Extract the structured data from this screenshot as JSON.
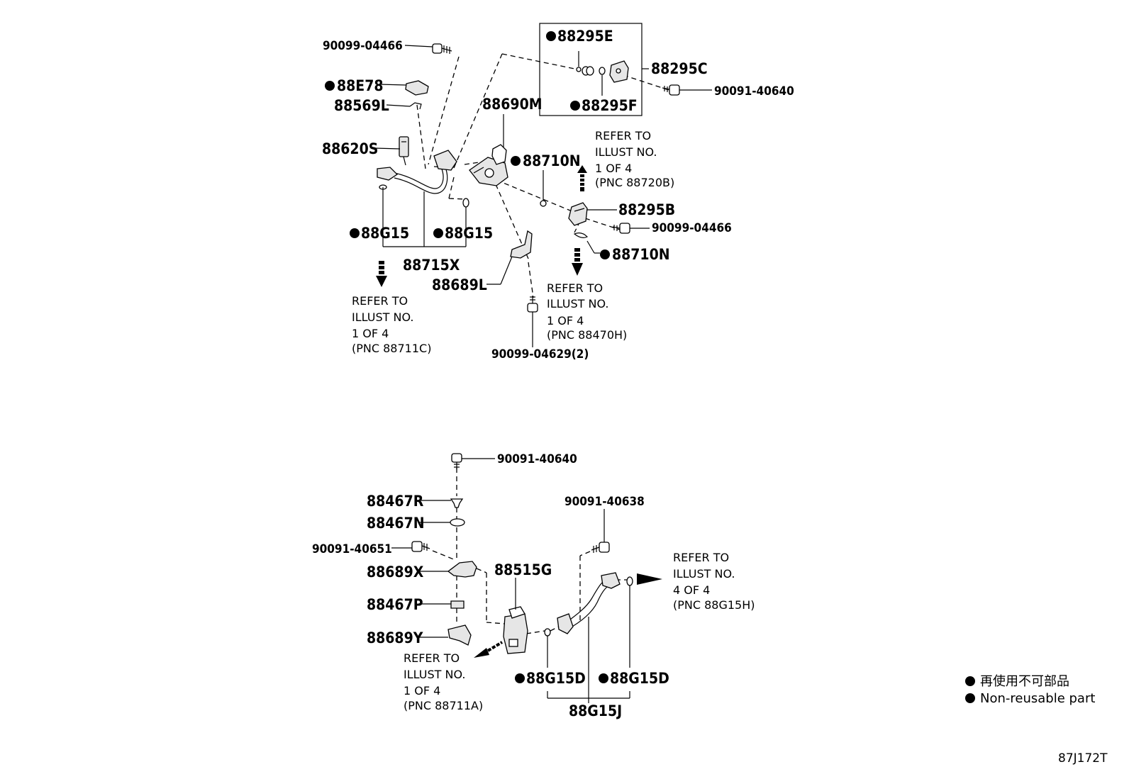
{
  "labels": {
    "p90099_04466_top": "90099-04466",
    "p88E78": "88E78",
    "p88569L": "88569L",
    "p88620S": "88620S",
    "p88G15_left": "88G15",
    "p88G15_right": "88G15",
    "p88715X": "88715X",
    "p88690M": "88690M",
    "p88710N_top": "88710N",
    "p88295E": "88295E",
    "p88295C": "88295C",
    "p88295F": "88295F",
    "p90091_40640_top": "90091-40640",
    "p88295B": "88295B",
    "p90099_04466_mid": "90099-04466",
    "p88710N_bottom": "88710N",
    "p88689L": "88689L",
    "p90099_04629": "90099-04629(2)",
    "p90091_40640_bottom": "90091-40640",
    "p88467R": "88467R",
    "p88467N": "88467N",
    "p90091_40651": "90091-40651",
    "p88689X": "88689X",
    "p88467P": "88467P",
    "p88689Y": "88689Y",
    "p88515G": "88515G",
    "p90091_40638": "90091-40638",
    "p88G15D_left": "88G15D",
    "p88G15D_right": "88G15D",
    "p88G15J": "88G15J"
  },
  "refer_notes": {
    "r88720B": [
      "REFER TO",
      "ILLUST NO.",
      "1 OF 4",
      "(PNC 88720B)"
    ],
    "r88711C": [
      "REFER TO",
      "ILLUST NO.",
      "1 OF 4",
      "(PNC 88711C)"
    ],
    "r88470H": [
      "REFER TO",
      "ILLUST NO.",
      "1 OF 4",
      "(PNC 88470H)"
    ],
    "r88G15H": [
      "REFER TO",
      "ILLUST NO.",
      "4 OF 4",
      "(PNC 88G15H)"
    ],
    "r88711A": [
      "REFER TO",
      "ILLUST NO.",
      "1 OF 4",
      "(PNC 88711A)"
    ]
  },
  "legend": {
    "japanese": "再使用不可部品",
    "english": "Non-reusable part"
  },
  "illustration_code": "87J172T",
  "colors": {
    "ink": "#000000",
    "paper": "#ffffff"
  }
}
